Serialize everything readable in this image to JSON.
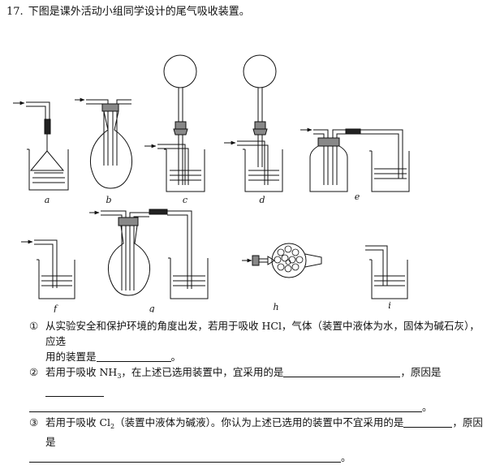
{
  "question": {
    "number": "17.",
    "stem": "下图是课外活动小组同学设计的尾气吸收装置。"
  },
  "figure_labels": [
    "a",
    "b",
    "c",
    "d",
    "e",
    "f",
    "g",
    "h",
    "i"
  ],
  "items": [
    {
      "marker": "①",
      "text_a": "从实验安全和保护环境的角度出发，若用于吸收 HCl，气体（装置中液体为水，固体为碱石灰），应选",
      "text_b": "用的装置是",
      "text_end": "。"
    },
    {
      "marker": "②",
      "text_a": "若用于吸收 NH",
      "sub": "3",
      "text_b": "，在上述已选用装置中，宜采用的是",
      "text_c": "，原因是",
      "text_end": "。"
    },
    {
      "marker": "③",
      "text_a": "若用于吸收 Cl",
      "sub": "2",
      "text_b": "（装置中液体为碱液）。你认为上述已选用的装置中不宜采用的是",
      "text_c": "，原因是",
      "text_end": "。"
    }
  ]
}
